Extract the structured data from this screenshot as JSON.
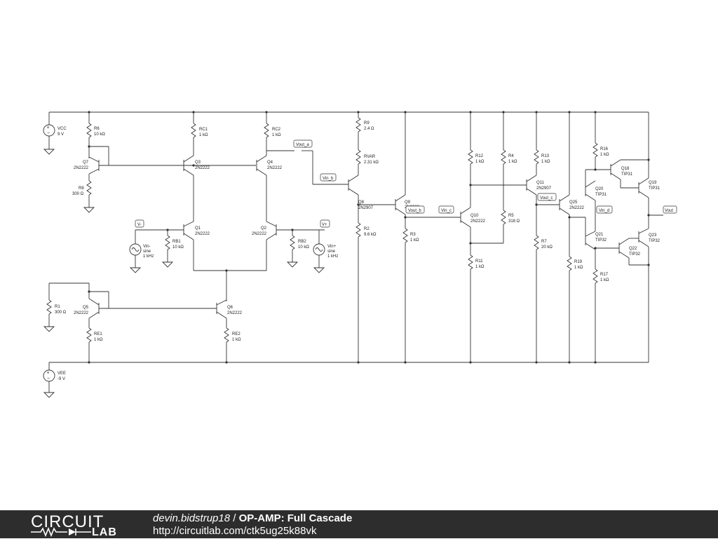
{
  "footer": {
    "logo_word": "CIRCUIT",
    "logo_lab": "LAB",
    "author": "devin.bidstrup18",
    "separator": " / ",
    "title": "OP-AMP: Full Cascade",
    "url": "http://circuitlab.com/ctk5ug25k88vk"
  },
  "sources": {
    "vcc": {
      "name": "VCC",
      "value": "9 V"
    },
    "vee": {
      "name": "VEE",
      "value": "-9 V"
    },
    "vin_minus": {
      "name": "Vin-",
      "l2": "sine",
      "l3": "1 kHz"
    },
    "vin_plus": {
      "name": "Vin+",
      "l2": "sine",
      "l3": "1 kHz"
    }
  },
  "resistors": {
    "R6": {
      "name": "R6",
      "value": "10 kΩ"
    },
    "R8": {
      "name": "R8",
      "value": "300 Ω"
    },
    "RC1": {
      "name": "RC1",
      "value": "1 kΩ"
    },
    "RC2": {
      "name": "RC2",
      "value": "1 kΩ"
    },
    "RB1": {
      "name": "RB1",
      "value": "10 kΩ"
    },
    "RB2": {
      "name": "RB2",
      "value": "10 kΩ"
    },
    "R1": {
      "name": "R1",
      "value": "300 Ω"
    },
    "RE1": {
      "name": "RE1",
      "value": "1 kΩ"
    },
    "RE2": {
      "name": "RE2",
      "value": "1 kΩ"
    },
    "R9": {
      "name": "R9",
      "value": "2.4 Ω"
    },
    "RVAR": {
      "name": "RVAR",
      "value": "2.31 kΩ"
    },
    "R2": {
      "name": "R2",
      "value": "9.6 kΩ"
    },
    "R3": {
      "name": "R3",
      "value": "1 kΩ"
    },
    "R12": {
      "name": "R12",
      "value": "1 kΩ"
    },
    "R11": {
      "name": "R11",
      "value": "1 kΩ"
    },
    "R4": {
      "name": "R4",
      "value": "1 kΩ"
    },
    "R5": {
      "name": "R5",
      "value": "318 Ω"
    },
    "R13": {
      "name": "R13",
      "value": "1 kΩ"
    },
    "R7": {
      "name": "R7",
      "value": "20 kΩ"
    },
    "R19": {
      "name": "R19",
      "value": "1 kΩ"
    },
    "R16": {
      "name": "R16",
      "value": "1 kΩ"
    },
    "R17": {
      "name": "R17",
      "value": "1 kΩ"
    }
  },
  "transistors": {
    "Q7": {
      "name": "Q7",
      "type": "2N2222"
    },
    "Q3": {
      "name": "Q3",
      "type": "2N2222"
    },
    "Q4": {
      "name": "Q4",
      "type": "2N2222"
    },
    "Q1": {
      "name": "Q1",
      "type": "2N2222"
    },
    "Q2": {
      "name": "Q2",
      "type": "2N2222"
    },
    "Q5": {
      "name": "Q5",
      "type": "2N2222"
    },
    "Q6": {
      "name": "Q6",
      "type": "2N2222"
    },
    "Q8": {
      "name": "Q8",
      "type": "2N2907"
    },
    "Q9": {
      "name": "Q9",
      "type": "2N2222"
    },
    "Q10": {
      "name": "Q10",
      "type": "2N2222"
    },
    "Q11": {
      "name": "Q11",
      "type": "2N2907"
    },
    "Q25": {
      "name": "Q25",
      "type": "2N2222"
    },
    "Q18": {
      "name": "Q18",
      "type": "TIP31"
    },
    "Q19": {
      "name": "Q19",
      "type": "TIP31"
    },
    "Q20": {
      "name": "Q20",
      "type": "TIP31"
    },
    "Q21": {
      "name": "Q21",
      "type": "TIP32"
    },
    "Q22": {
      "name": "Q22",
      "type": "TIP32"
    },
    "Q23": {
      "name": "Q23",
      "type": "TIP32"
    }
  },
  "netlabels": {
    "vout_a": "Vout_a",
    "vin_b": "Vin_b",
    "vout_b": "Vout_b",
    "vin_c": "Vin_c",
    "vout_c": "Vout_c",
    "vin_d": "Vin_d",
    "vout": "Vout",
    "v_minus": "V-",
    "v_plus": "V+"
  }
}
